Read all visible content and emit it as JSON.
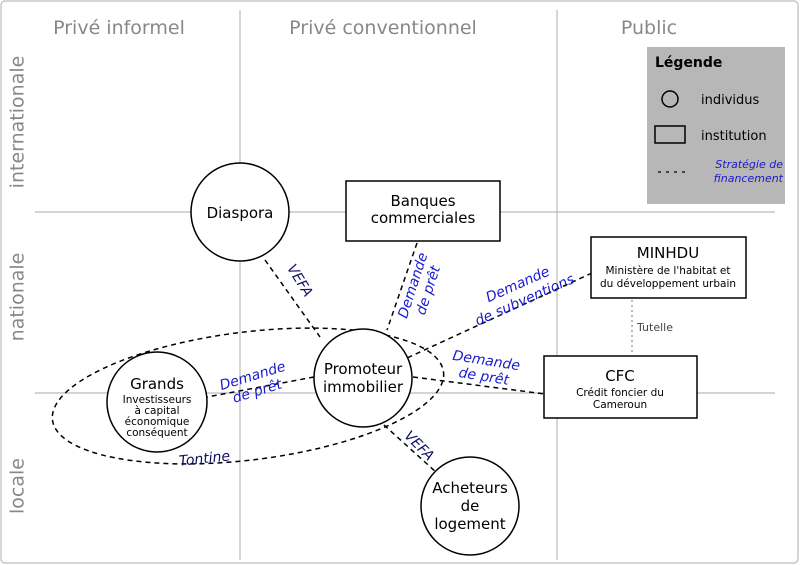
{
  "columns": {
    "informal": "Privé informel",
    "conventional": "Privé conventionnel",
    "public": "Public"
  },
  "rows": {
    "international": "internationale",
    "national": "nationale",
    "local": "locale"
  },
  "legend": {
    "title": "Légende",
    "individual": "individus",
    "institution": "institution",
    "strategy_1": "Stratégie de",
    "strategy_2": "financement"
  },
  "nodes": {
    "diaspora": "Diaspora",
    "banks_1": "Banques",
    "banks_2": "commerciales",
    "minhdu_title": "MINHDU",
    "minhdu_sub_1": "Ministère de l'habitat et",
    "minhdu_sub_2": "du développement urbain",
    "promoteur_1": "Promoteur",
    "promoteur_2": "immobilier",
    "grands_title": "Grands",
    "grands_1": "Investisseurs",
    "grands_2": "à capital",
    "grands_3": "économique",
    "grands_4": "conséquent",
    "cfc_title": "CFC",
    "cfc_sub_1": "Crédit foncier du",
    "cfc_sub_2": "Cameroun",
    "acheteurs_1": "Acheteurs",
    "acheteurs_2": "de",
    "acheteurs_3": "logement"
  },
  "edges": {
    "vefa_top": "VEFA",
    "pret_banks_1": "Demande",
    "pret_banks_2": "de prêt",
    "subv_1": "Demande",
    "subv_2": "de subventions",
    "pret_cfc_1": "Demande",
    "pret_cfc_2": "de prêt",
    "pret_grands_1": "Demande",
    "pret_grands_2": "de prêt",
    "tontine": "Tontine",
    "vefa_bottom": "VEFA",
    "tutelle": "Tutelle"
  },
  "colors": {
    "grid": "#bbbbbb",
    "axis_text": "#888888",
    "label_blue": "#1a1acc",
    "label_dark": "#111166",
    "legend_bg": "#b7b7b7"
  }
}
